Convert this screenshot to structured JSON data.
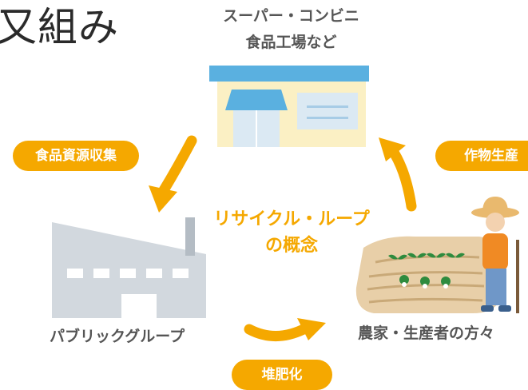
{
  "heading": "又組み",
  "store": {
    "line1": "スーパー・コンビニ",
    "line2": "食品工場など"
  },
  "collect_label": "食品資源収集",
  "produce_label": "作物生産",
  "center": {
    "line1": "リサイクル・ループ",
    "line2": "の概念"
  },
  "factory_label": "パブリックグループ",
  "farmer_label": "農家・生産者の方々",
  "compost_label": "堆肥化",
  "colors": {
    "accent": "#f5a800",
    "store_roof": "#5ab0e0",
    "store_wall": "#fbf0c4",
    "factory": "#d2d8de",
    "field": "#e8cfa8"
  }
}
